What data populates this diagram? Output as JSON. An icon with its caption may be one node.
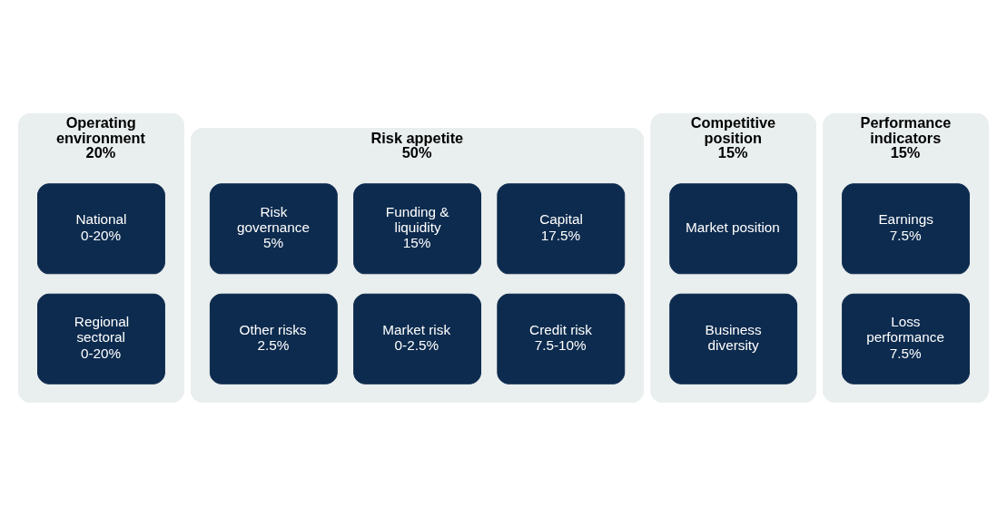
{
  "diagram": {
    "nodes": [
      {
        "text": [
          "Operating environment",
          "20%"
        ]
      },
      {
        "text": [
          "National",
          "0-20%"
        ],
        "in": 0
      },
      {
        "text": [
          "Regional sectoral",
          "0-20%"
        ],
        "in": 0
      },
      {
        "text": [
          "Risk appetite",
          "50%"
        ]
      },
      {
        "text": [
          "Capital",
          "17.5%"
        ],
        "in": 3
      },
      {
        "text": [
          "Funding & liquidity",
          "15%"
        ],
        "in": 3
      },
      {
        "text": [
          "Risk governance",
          "5%"
        ],
        "in": 3
      },
      {
        "text": [
          "Credit risk",
          "7.5-10%"
        ],
        "in": 3
      },
      {
        "text": [
          "Market risk",
          "0-2.5%"
        ],
        "in": 3
      },
      {
        "text": [
          "Other risks",
          "2.5%"
        ],
        "in": 3
      },
      {
        "text": [
          "Competitive position",
          "15%"
        ]
      },
      {
        "text": [
          "Market position"
        ],
        "in": 10
      },
      {
        "text": [
          "Business diversity"
        ],
        "in": 10
      },
      {
        "text": [
          "Performance indicators",
          "15%"
        ]
      },
      {
        "text": [
          "Earnings",
          "7.5%"
        ],
        "in": 13
      },
      {
        "text": [
          "Loss performance",
          "7.5%"
        ],
        "in": 13
      }
    ],
    "edges": []
  }
}
